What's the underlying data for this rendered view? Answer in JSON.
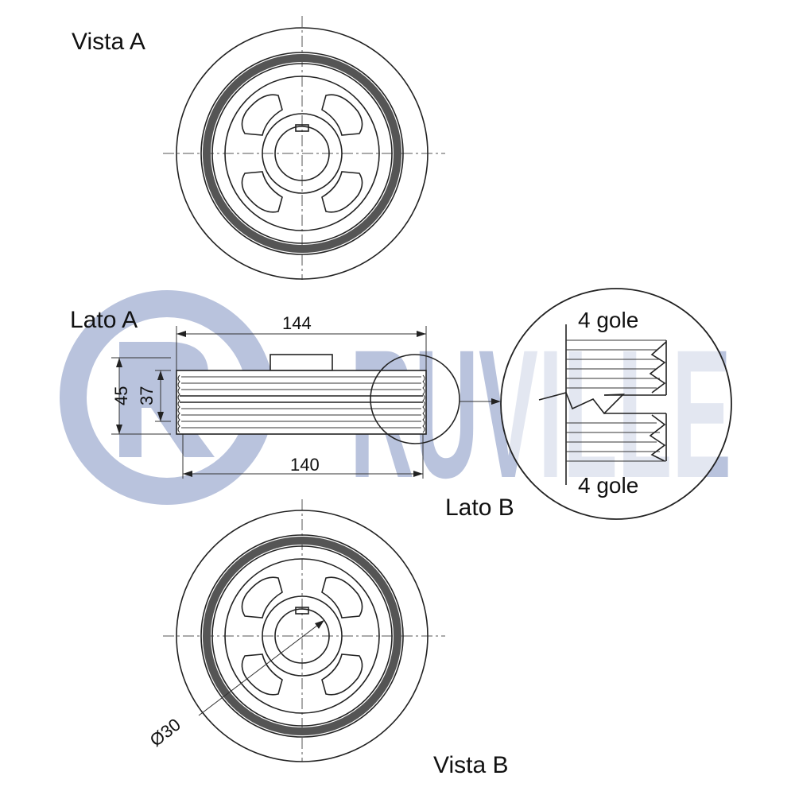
{
  "views": {
    "vista_a": "Vista A",
    "vista_b": "Vista B",
    "lato_a": "Lato A",
    "lato_b": "Lato B"
  },
  "dimensions": {
    "width_top": "144",
    "width_bottom": "140",
    "height_outer": "45",
    "height_inner": "37",
    "bore_diameter": "Ø30"
  },
  "detail": {
    "top_note": "4 gole",
    "bottom_note": "4 gole"
  },
  "watermark": {
    "brand": "RUVILLE",
    "logo_color": "#b9c3dd"
  }
}
